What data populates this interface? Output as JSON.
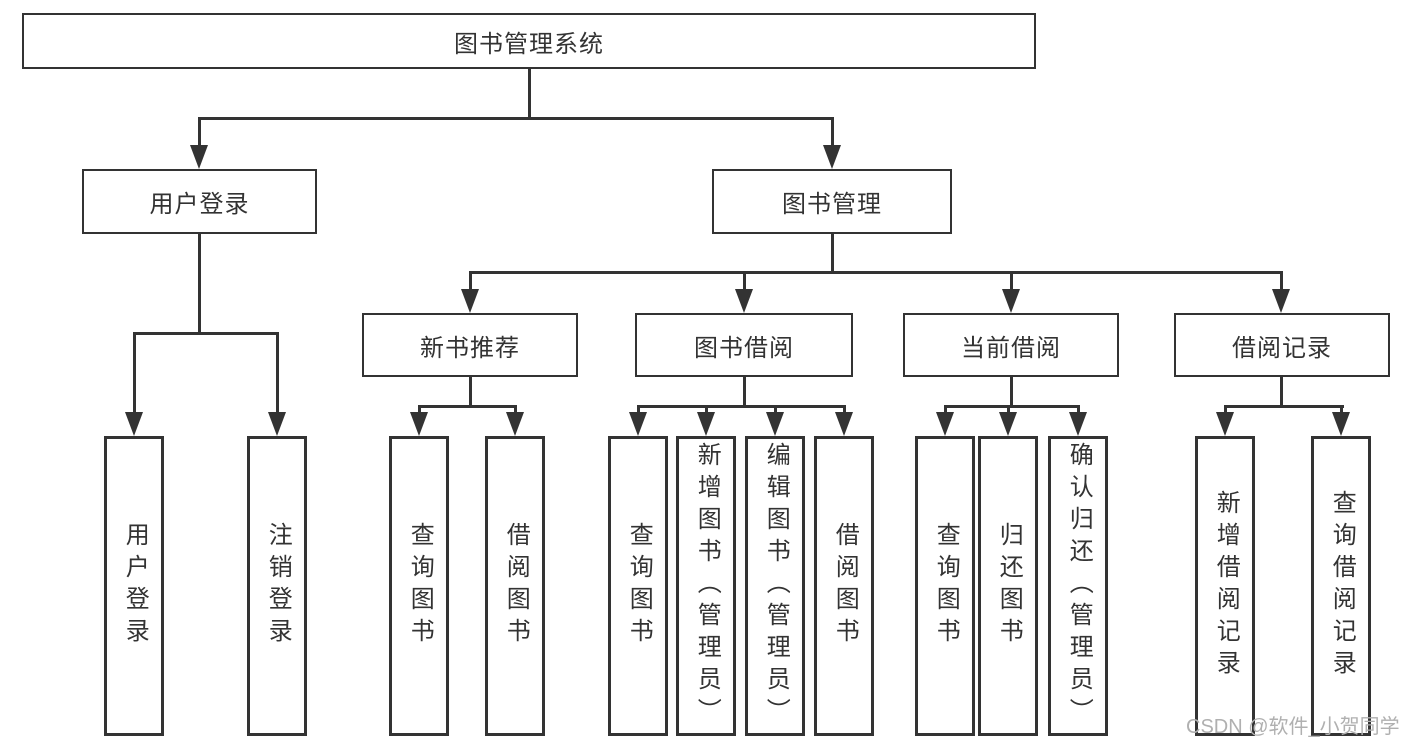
{
  "diagram": {
    "root": {
      "label": "图书管理系统"
    },
    "branches": {
      "login": {
        "label": "用户登录",
        "children": [
          {
            "label": "用户登录"
          },
          {
            "label": "注销登录"
          }
        ]
      },
      "mgmt": {
        "label": "图书管理",
        "children": [
          {
            "label": "新书推荐",
            "children": [
              {
                "label": "查询图书"
              },
              {
                "label": "借阅图书"
              }
            ]
          },
          {
            "label": "图书借阅",
            "children": [
              {
                "label": "查询图书"
              },
              {
                "label": "新增图书（管理员）"
              },
              {
                "label": "编辑图书（管理员）"
              },
              {
                "label": "借阅图书"
              }
            ]
          },
          {
            "label": "当前借阅",
            "children": [
              {
                "label": "查询图书"
              },
              {
                "label": "归还图书"
              },
              {
                "label": "确认归还（管理员）"
              }
            ]
          },
          {
            "label": "借阅记录",
            "children": [
              {
                "label": "新增借阅记录"
              },
              {
                "label": "查询借阅记录"
              }
            ]
          }
        ]
      }
    }
  },
  "watermark": {
    "text": "CSDN @软件_小贺同学"
  },
  "colors": {
    "line": "#333333",
    "box_border": "#333333",
    "text": "#333333",
    "watermark": "#b0b0b0",
    "background": "#ffffff"
  }
}
